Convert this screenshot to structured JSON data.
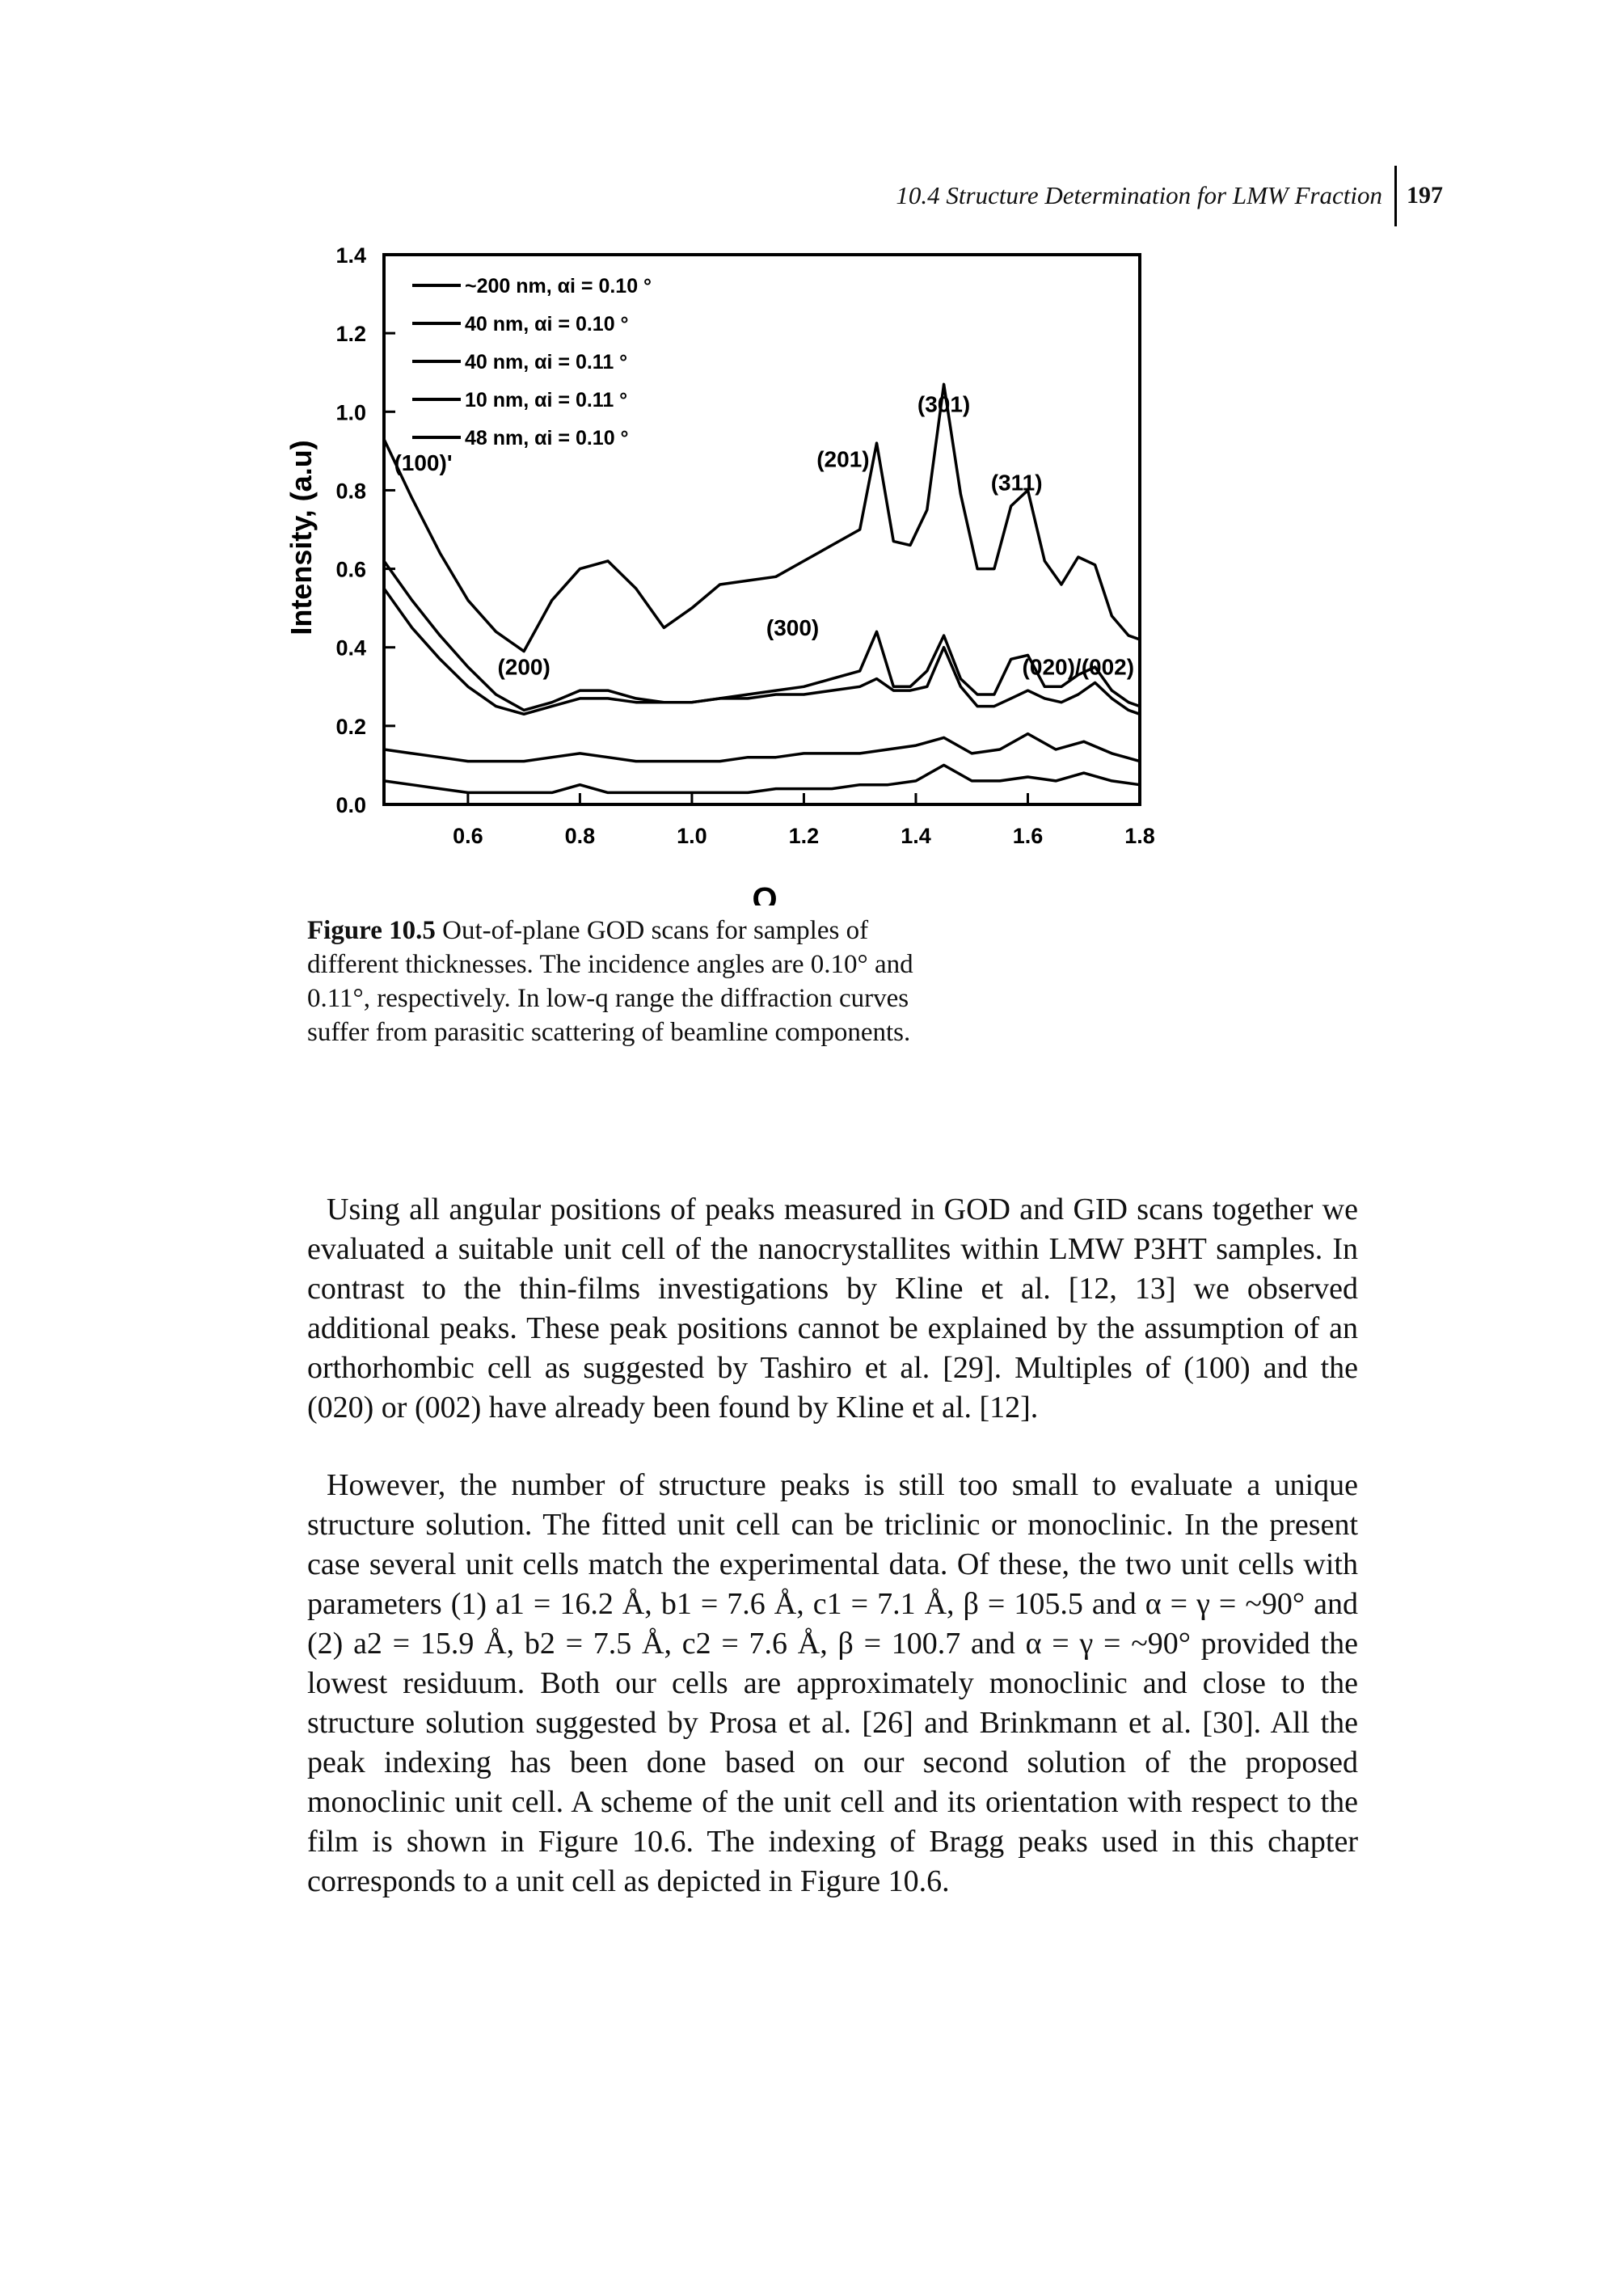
{
  "header": {
    "section_title": "10.4 Structure Determination for LMW Fraction",
    "page_number": "197"
  },
  "figure": {
    "caption_label": "Figure 10.5",
    "caption_text": "Out-of-plane GOD scans for samples of different thicknesses. The incidence angles are 0.10° and 0.11°, respectively. In low-q range the diffraction curves suffer from parasitic scattering of beamline components."
  },
  "chart_data": {
    "type": "line",
    "xlabel": "Qz",
    "ylabel": "Intensity, (a.u)",
    "xlim": [
      0.45,
      1.8
    ],
    "ylim": [
      0.0,
      1.4
    ],
    "xticks": [
      "0.6",
      "0.8",
      "1.0",
      "1.2",
      "1.4",
      "1.6",
      "1.8"
    ],
    "yticks": [
      "0.0",
      "0.2",
      "0.4",
      "0.6",
      "0.8",
      "1.0",
      "1.2",
      "1.4"
    ],
    "legend_position": "top-left",
    "grid": false,
    "series": [
      {
        "name": "~200 nm, αi = 0.10 °",
        "x": [
          0.45,
          0.5,
          0.55,
          0.6,
          0.65,
          0.7,
          0.75,
          0.8,
          0.85,
          0.9,
          0.95,
          1.0,
          1.05,
          1.1,
          1.15,
          1.2,
          1.25,
          1.3,
          1.33,
          1.36,
          1.39,
          1.42,
          1.45,
          1.48,
          1.51,
          1.54,
          1.57,
          1.6,
          1.63,
          1.66,
          1.69,
          1.72,
          1.75,
          1.78,
          1.8
        ],
        "y": [
          0.93,
          0.78,
          0.64,
          0.52,
          0.44,
          0.39,
          0.52,
          0.6,
          0.62,
          0.55,
          0.45,
          0.5,
          0.56,
          0.57,
          0.58,
          0.62,
          0.66,
          0.7,
          0.92,
          0.67,
          0.66,
          0.75,
          1.07,
          0.79,
          0.6,
          0.6,
          0.76,
          0.8,
          0.62,
          0.56,
          0.63,
          0.61,
          0.48,
          0.43,
          0.42
        ]
      },
      {
        "name": "40 nm, αi = 0.10 °",
        "x": [
          0.45,
          0.5,
          0.55,
          0.6,
          0.65,
          0.7,
          0.75,
          0.8,
          0.85,
          0.9,
          0.95,
          1.0,
          1.05,
          1.1,
          1.15,
          1.2,
          1.25,
          1.3,
          1.33,
          1.36,
          1.39,
          1.42,
          1.45,
          1.48,
          1.51,
          1.54,
          1.57,
          1.6,
          1.63,
          1.66,
          1.69,
          1.72,
          1.75,
          1.78,
          1.8
        ],
        "y": [
          0.62,
          0.52,
          0.43,
          0.35,
          0.28,
          0.24,
          0.26,
          0.29,
          0.29,
          0.27,
          0.26,
          0.26,
          0.27,
          0.28,
          0.29,
          0.3,
          0.32,
          0.34,
          0.44,
          0.3,
          0.3,
          0.34,
          0.43,
          0.32,
          0.28,
          0.28,
          0.37,
          0.38,
          0.3,
          0.3,
          0.33,
          0.35,
          0.29,
          0.26,
          0.25
        ]
      },
      {
        "name": "40 nm, αi = 0.11 °",
        "x": [
          0.45,
          0.5,
          0.55,
          0.6,
          0.65,
          0.7,
          0.75,
          0.8,
          0.85,
          0.9,
          0.95,
          1.0,
          1.05,
          1.1,
          1.15,
          1.2,
          1.25,
          1.3,
          1.33,
          1.36,
          1.39,
          1.42,
          1.45,
          1.48,
          1.51,
          1.54,
          1.57,
          1.6,
          1.63,
          1.66,
          1.69,
          1.72,
          1.75,
          1.78,
          1.8
        ],
        "y": [
          0.55,
          0.45,
          0.37,
          0.3,
          0.25,
          0.23,
          0.25,
          0.27,
          0.27,
          0.26,
          0.26,
          0.26,
          0.27,
          0.27,
          0.28,
          0.28,
          0.29,
          0.3,
          0.32,
          0.29,
          0.29,
          0.3,
          0.4,
          0.3,
          0.25,
          0.25,
          0.27,
          0.29,
          0.27,
          0.26,
          0.28,
          0.31,
          0.27,
          0.24,
          0.23
        ]
      },
      {
        "name": "10 nm, αi = 0.11 °",
        "x": [
          0.45,
          0.5,
          0.55,
          0.6,
          0.65,
          0.7,
          0.75,
          0.8,
          0.85,
          0.9,
          0.95,
          1.0,
          1.05,
          1.1,
          1.15,
          1.2,
          1.25,
          1.3,
          1.35,
          1.4,
          1.45,
          1.5,
          1.55,
          1.6,
          1.65,
          1.7,
          1.75,
          1.8
        ],
        "y": [
          0.14,
          0.13,
          0.12,
          0.11,
          0.11,
          0.11,
          0.12,
          0.13,
          0.12,
          0.11,
          0.11,
          0.11,
          0.11,
          0.12,
          0.12,
          0.13,
          0.13,
          0.13,
          0.14,
          0.15,
          0.17,
          0.13,
          0.14,
          0.18,
          0.14,
          0.16,
          0.13,
          0.11
        ]
      },
      {
        "name": "48 nm, αi = 0.10 °",
        "x": [
          0.45,
          0.5,
          0.55,
          0.6,
          0.65,
          0.7,
          0.75,
          0.8,
          0.85,
          0.9,
          0.95,
          1.0,
          1.05,
          1.1,
          1.15,
          1.2,
          1.25,
          1.3,
          1.35,
          1.4,
          1.45,
          1.5,
          1.55,
          1.6,
          1.65,
          1.7,
          1.75,
          1.8
        ],
        "y": [
          0.06,
          0.05,
          0.04,
          0.03,
          0.03,
          0.03,
          0.03,
          0.05,
          0.03,
          0.03,
          0.03,
          0.03,
          0.03,
          0.03,
          0.04,
          0.04,
          0.04,
          0.05,
          0.05,
          0.06,
          0.1,
          0.06,
          0.06,
          0.07,
          0.06,
          0.08,
          0.06,
          0.05
        ]
      }
    ],
    "annotations": [
      {
        "text": "(100)'",
        "x": 0.52,
        "y": 0.85
      },
      {
        "text": "(200)",
        "x": 0.7,
        "y": 0.33
      },
      {
        "text": "(300)",
        "x": 1.18,
        "y": 0.43
      },
      {
        "text": "(201)",
        "x": 1.27,
        "y": 0.86
      },
      {
        "text": "(301)",
        "x": 1.45,
        "y": 1.0
      },
      {
        "text": "(311)",
        "x": 1.58,
        "y": 0.8
      },
      {
        "text": "(020)/(002)",
        "x": 1.69,
        "y": 0.33
      }
    ]
  },
  "body": {
    "paragraph1": "Using all angular positions of peaks measured in GOD and GID scans together we evaluated a suitable unit cell of the nanocrystallites within LMW P3HT samples. In contrast to the thin-films investigations by Kline et al. [12, 13] we observed additional peaks. These peak positions cannot be explained by the assumption of an orthorhombic cell as suggested by Tashiro et al. [29]. Multiples of (100) and the (020) or (002) have already been found by Kline et al. [12].",
    "paragraph2": "However, the number of structure peaks is still too small to evaluate a unique structure solution. The fitted unit cell can be triclinic or monoclinic. In the present case several unit cells match the experimental data. Of these, the two unit cells with parameters (1) a1 = 16.2 Å, b1 = 7.6 Å, c1 = 7.1 Å, β = 105.5 and α = γ = ~90° and (2) a2 = 15.9 Å, b2 = 7.5 Å, c2 = 7.6 Å, β = 100.7 and α = γ = ~90° provided the lowest residuum. Both our cells are approximately monoclinic and close to the structure solution suggested by Prosa et al. [26] and Brinkmann et al. [30]. All the peak indexing has been done based on our second solution of the proposed monoclinic unit cell. A scheme of the unit cell and its orientation with respect to the film is shown in Figure 10.6. The indexing of Bragg peaks used in this chapter corresponds to a unit cell as depicted in Figure 10.6."
  }
}
